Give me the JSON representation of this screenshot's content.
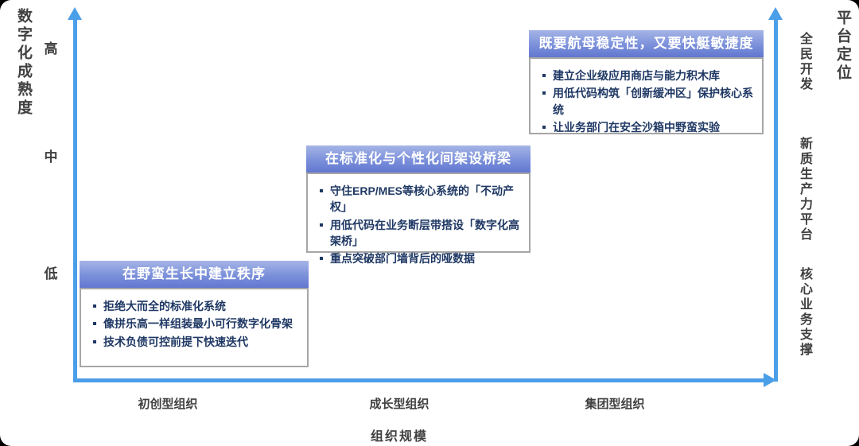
{
  "colors": {
    "axis": "#4b9ee8",
    "header_grad_top": "#a5b4e6",
    "header_grad_bottom": "#6277d0",
    "bullet_text": "#1f3864",
    "axis_text": "#404040",
    "box_border": "#a6a6a6"
  },
  "y_axis": {
    "title": "数字化成熟度",
    "ticks": [
      "高",
      "中",
      "低"
    ]
  },
  "x_axis": {
    "title": "组织规模",
    "ticks": [
      "初创型组织",
      "成长型组织",
      "集团型组织"
    ]
  },
  "right_axis": {
    "title": "平台定位",
    "labels": [
      "全民开发",
      "新质生产力平台",
      "核心业务支撑"
    ]
  },
  "boxes": [
    {
      "title": "在野蛮生长中建立秩序",
      "bullets": [
        "拒绝大而全的标准化系统",
        "像拼乐高一样组装最小可行数字化骨架",
        "技术负债可控前提下快速迭代"
      ]
    },
    {
      "title": "在标准化与个性化间架设桥梁",
      "bullets": [
        "守住ERP/MES等核心系统的「不动产权」",
        "用低代码在业务断层带搭设「数字化高架桥」",
        "重点突破部门墙背后的哑数据"
      ]
    },
    {
      "title": "既要航母稳定性，又要快艇敏捷度",
      "bullets": [
        "建立企业级应用商店与能力积木库",
        "用低代码构筑「创新缓冲区」保护核心系统",
        "让业务部门在安全沙箱中野蛮实验"
      ]
    }
  ]
}
